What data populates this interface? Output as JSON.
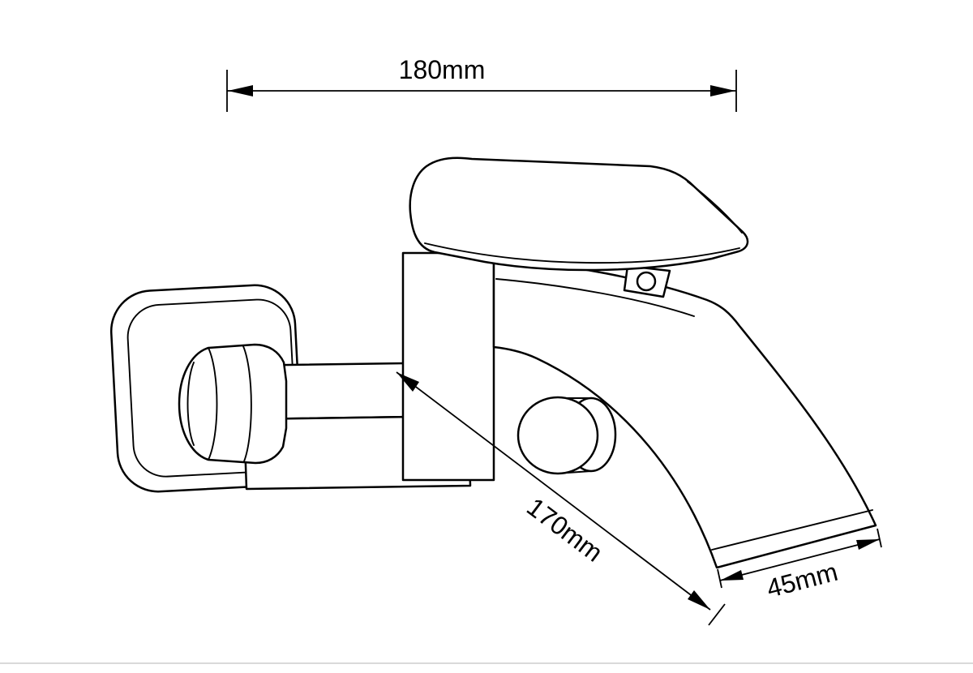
{
  "page": {
    "background_color": "#ffffff",
    "stroke_color": "#000000",
    "divider_color": "#d9d9d9"
  },
  "drawing": {
    "subject": "Dimensioned line drawing of a wall-mounted waterfall bathtub faucet",
    "dimensions": {
      "overall_width": {
        "label": "180mm",
        "value": 180,
        "unit": "mm"
      },
      "overall_depth": {
        "label": "170mm",
        "value": 170,
        "unit": "mm"
      },
      "spout_width": {
        "label": "45mm",
        "value": 45,
        "unit": "mm"
      }
    }
  }
}
